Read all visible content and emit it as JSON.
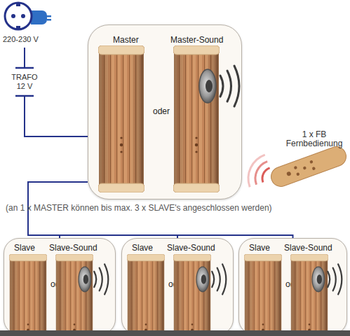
{
  "diagram": {
    "nodes": [
      {
        "text": [
          "Master",
          "oder",
          "Master-Sound"
        ]
      },
      {
        "text": [
          "Slave",
          "oder",
          "Slave-Sound"
        ]
      },
      {
        "text": [
          "Slave",
          "oder",
          "Slave-Sound"
        ]
      },
      {
        "text": [
          "Slave",
          "oder",
          "Slave-Sound"
        ]
      }
    ],
    "edges": [
      {
        "from": 0,
        "to": 1,
        "arrow": "none"
      },
      {
        "from": 0,
        "to": 2,
        "arrow": "none"
      },
      {
        "from": 0,
        "to": 3,
        "arrow": "none"
      }
    ],
    "labels": [
      "220-230 V",
      "TRAFO 12 V",
      "1 x FB Fernbedienung",
      "(an 1 x MASTER können bis max. 3 x SLAVE's angeschlossen werden)"
    ]
  }
}
